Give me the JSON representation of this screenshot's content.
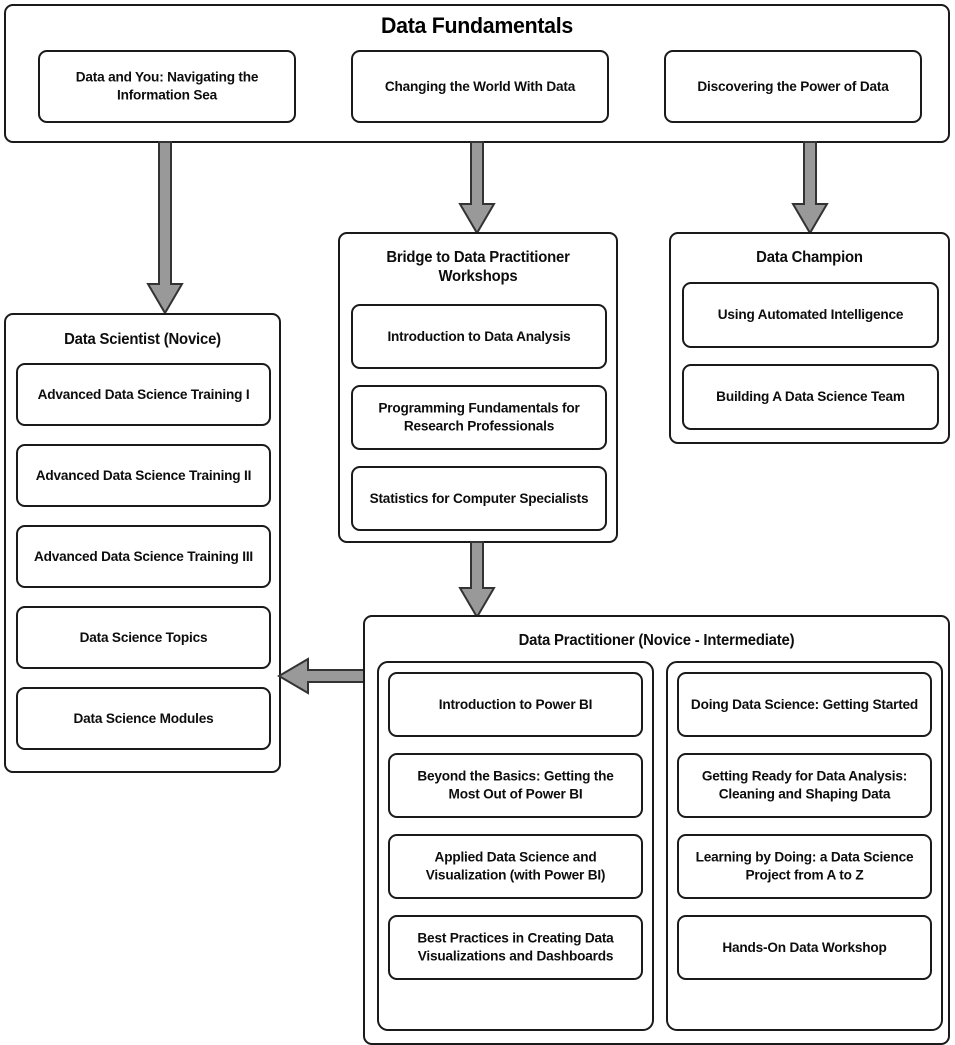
{
  "diagram": {
    "title": "Data Fundamentals",
    "type": "flowchart",
    "colors": {
      "box_border": "#1a1a1a",
      "box_fill": "#ffffff",
      "arrow_fill": "#999999",
      "arrow_stroke": "#333333",
      "text": "#0d0d0d"
    },
    "foundation": {
      "title": "Data Fundamentals",
      "courses": [
        {
          "label": "Data and You: Navigating the Information Sea"
        },
        {
          "label": "Changing the World With Data"
        },
        {
          "label": "Discovering the Power of Data"
        }
      ]
    },
    "tracks": [
      {
        "id": "data-scientist-novice",
        "title": "Data Scientist (Novice)",
        "courses": [
          {
            "label": "Advanced Data Science Training I"
          },
          {
            "label": "Advanced Data Science Training II"
          },
          {
            "label": "Advanced Data Science Training III"
          },
          {
            "label": "Data Science Topics"
          },
          {
            "label": "Data Science Modules"
          }
        ]
      },
      {
        "id": "bridge-to-data-practitioner-workshops",
        "title": "Bridge to Data Practitioner Workshops",
        "courses": [
          {
            "label": "Introduction to Data Analysis"
          },
          {
            "label": "Programming Fundamentals for Research Professionals"
          },
          {
            "label": "Statistics for Computer Specialists"
          }
        ]
      },
      {
        "id": "data-champion",
        "title": "Data Champion",
        "courses": [
          {
            "label": "Using Automated Intelligence"
          },
          {
            "label": "Building A Data Science Team"
          }
        ]
      },
      {
        "id": "data-practitioner",
        "title": "Data Practitioner (Novice - Intermediate)",
        "columns": [
          {
            "id": "power-bi-column",
            "courses": [
              {
                "label": "Introduction to Power BI"
              },
              {
                "label": "Beyond the Basics: Getting the Most Out of Power BI"
              },
              {
                "label": "Applied Data Science and Visualization (with Power BI)"
              },
              {
                "label": "Best Practices in Creating Data Visualizations and Dashboards"
              }
            ]
          },
          {
            "id": "data-science-column",
            "courses": [
              {
                "label": "Doing Data Science: Getting Started"
              },
              {
                "label": "Getting Ready for Data Analysis: Cleaning and Shaping Data"
              },
              {
                "label": "Learning by Doing: a Data Science Project from A to Z"
              },
              {
                "label": "Hands-On Data Workshop"
              }
            ]
          }
        ]
      }
    ],
    "connections": [
      {
        "id": "foundation-to-data-scientist",
        "from": "Data Fundamentals",
        "to": "Data Scientist (Novice)",
        "direction": "down"
      },
      {
        "id": "foundation-to-bridge",
        "from": "Data Fundamentals",
        "to": "Bridge to Data Practitioner Workshops",
        "direction": "down"
      },
      {
        "id": "foundation-to-data-champion",
        "from": "Data Fundamentals",
        "to": "Data Champion",
        "direction": "down"
      },
      {
        "id": "bridge-to-data-practitioner",
        "from": "Bridge to Data Practitioner Workshops",
        "to": "Data Practitioner (Novice - Intermediate)",
        "direction": "down"
      },
      {
        "id": "data-practitioner-to-data-scientist",
        "from": "Data Practitioner (Novice - Intermediate)",
        "to": "Data Scientist (Novice)",
        "direction": "left"
      }
    ]
  }
}
